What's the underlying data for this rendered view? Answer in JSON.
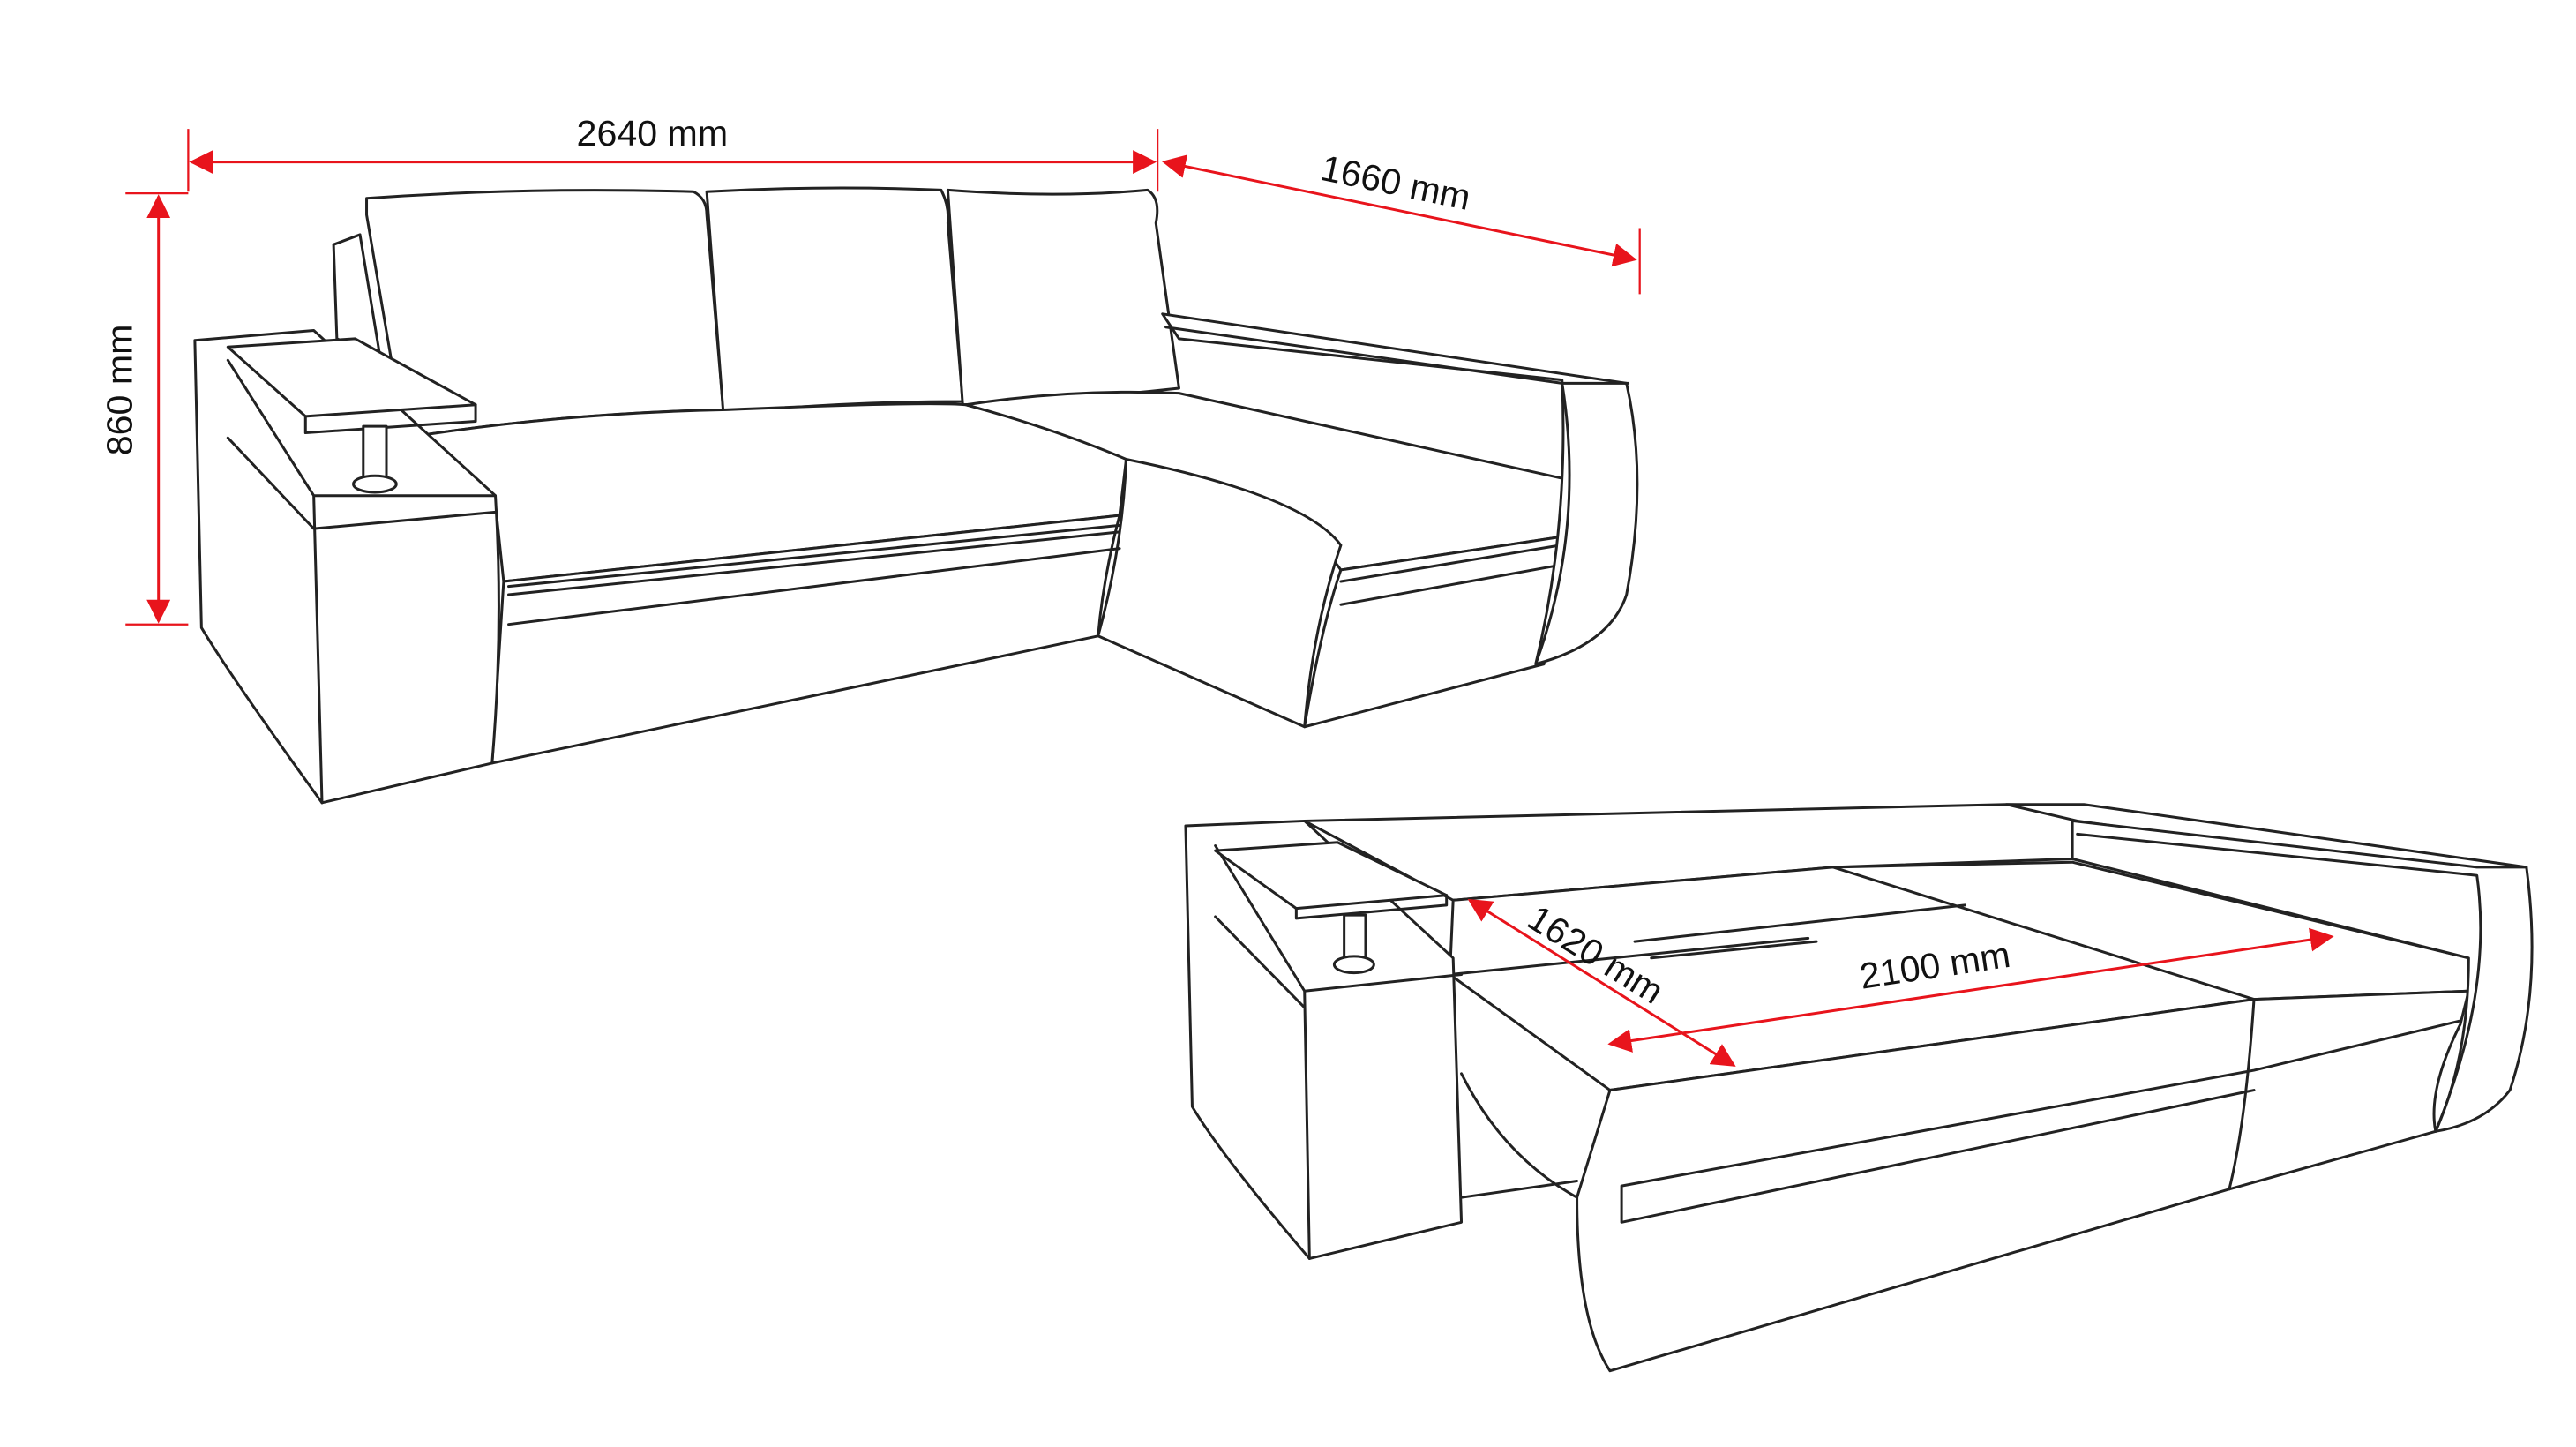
{
  "diagram": {
    "type": "corner sofa dimension drawing",
    "colors": {
      "dimension_line": "#e8141c",
      "outline": "#222222",
      "background": "#ffffff"
    },
    "assembled": {
      "width_label": "2640 mm",
      "depth_label": "1660 mm",
      "height_label": "860 mm"
    },
    "bed": {
      "sleep_width_label": "1620 mm",
      "sleep_length_label": "2100 mm"
    }
  }
}
